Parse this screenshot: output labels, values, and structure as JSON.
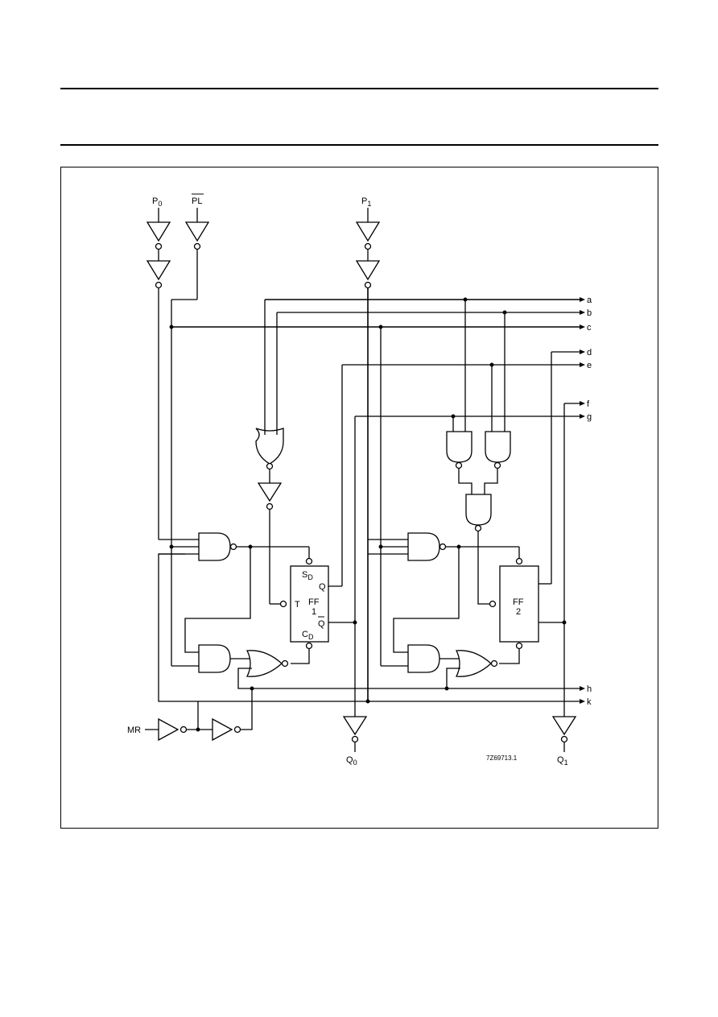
{
  "header": {
    "rule_count": 2
  },
  "diagram": {
    "inputs": {
      "p0": "P",
      "p0_sub": "0",
      "pl": "PL",
      "p1": "P",
      "p1_sub": "1",
      "mr": "MR"
    },
    "outputs": {
      "q0": "Q",
      "q0_sub": "0",
      "q1": "Q",
      "q1_sub": "1"
    },
    "bus_labels": [
      "a",
      "b",
      "c",
      "d",
      "e",
      "f",
      "g",
      "h",
      "k"
    ],
    "ff1": {
      "sd": "S",
      "sd_sub": "D",
      "q": "Q",
      "t": "T",
      "name": "FF",
      "num": "1",
      "qbar": "Q",
      "cd": "C",
      "cd_sub": "D"
    },
    "ff2": {
      "name": "FF",
      "num": "2"
    },
    "figure_code": "7Z69713.1"
  }
}
